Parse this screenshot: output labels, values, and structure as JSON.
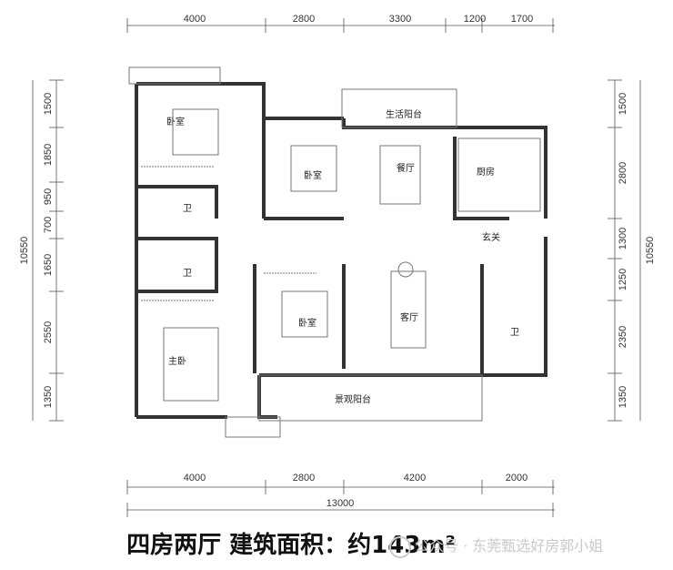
{
  "dimensions": {
    "top": [
      "4000",
      "2800",
      "3300",
      "1200",
      "1700"
    ],
    "bottom": [
      "4000",
      "2800",
      "4200",
      "2000"
    ],
    "bottom_total": "13000",
    "left": [
      "1500",
      "1850",
      "950",
      "700",
      "1650",
      "2550",
      "1350"
    ],
    "left_total": "10550",
    "right": [
      "1500",
      "2800",
      "1300",
      "1250",
      "2350",
      "1350"
    ],
    "right_total": "10550"
  },
  "rooms": {
    "bedroom_nw": "卧室",
    "bedroom_n": "卧室",
    "bedroom_s": "卧室",
    "master_bedroom": "主卧",
    "bath_1": "卫",
    "bath_2": "卫",
    "bath_3": "卫",
    "utility_balcony": "生活阳台",
    "dining": "餐厅",
    "kitchen": "厨房",
    "foyer": "玄关",
    "living": "客厅",
    "view_balcony": "景观阳台"
  },
  "caption": "四房两厅 建筑面积：约143m²",
  "watermark": "公众号 · 东莞甄选好房郭小姐"
}
